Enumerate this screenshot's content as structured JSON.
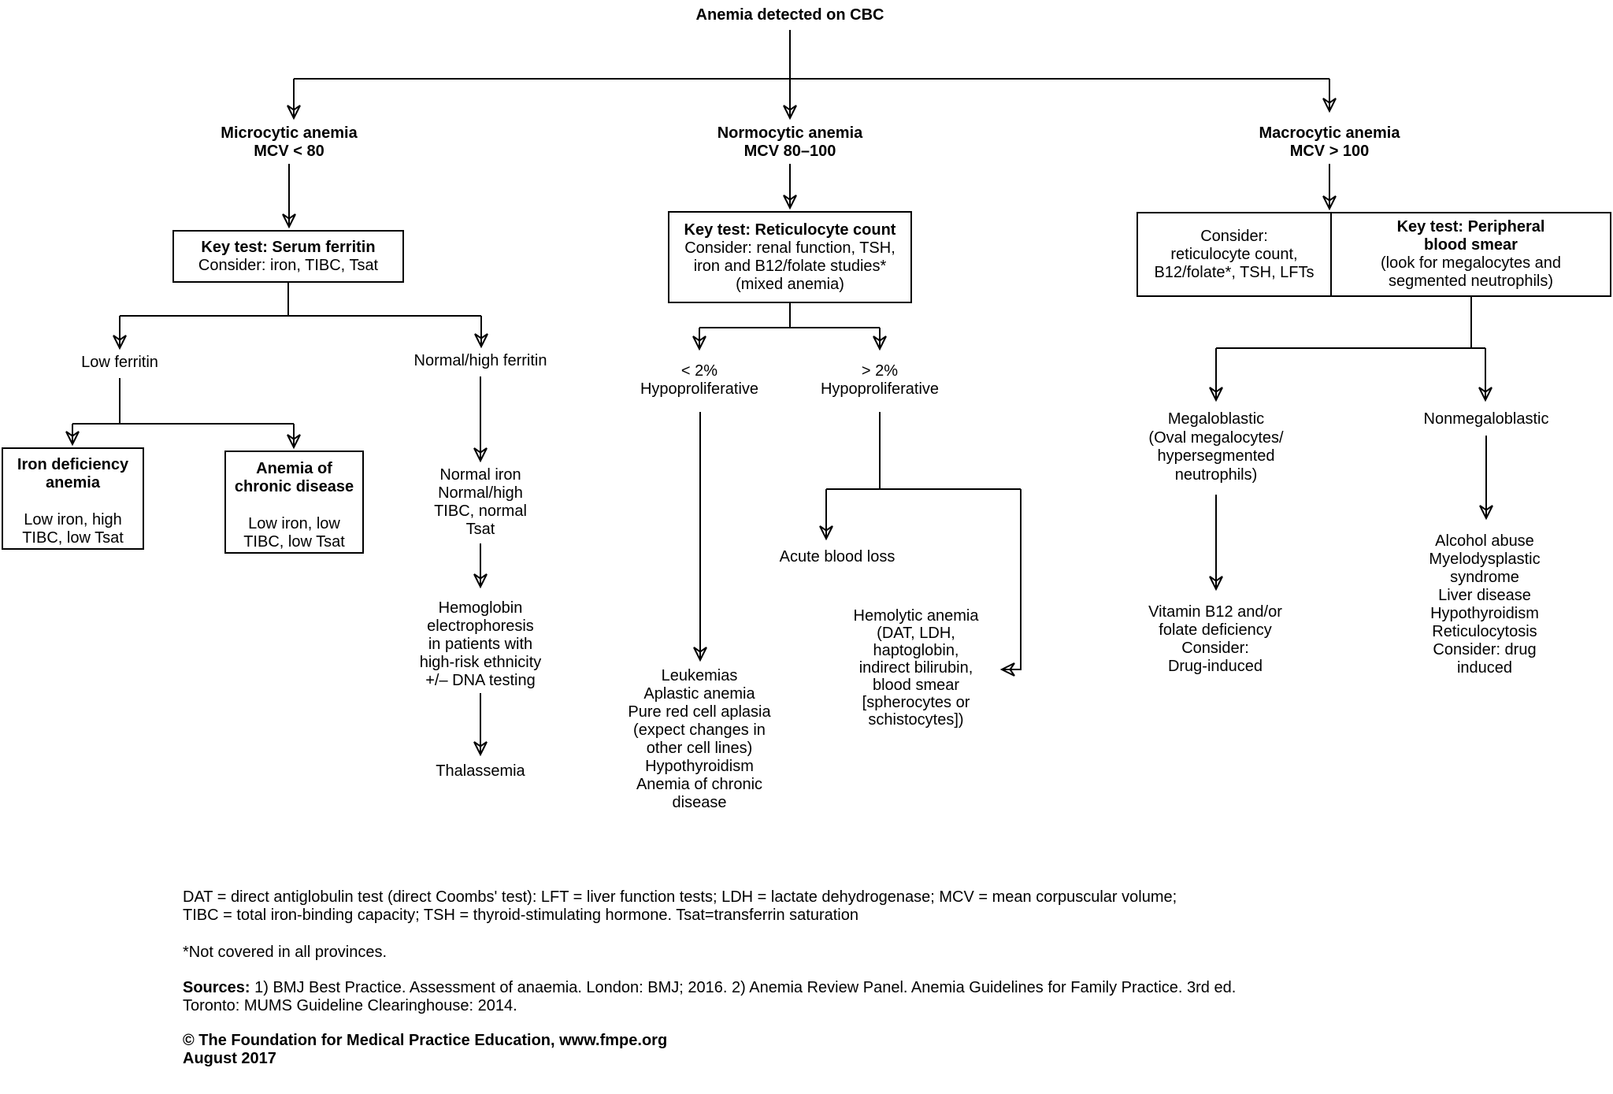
{
  "title": "Anemia detected on CBC",
  "branches": {
    "microcytic": {
      "header": [
        "Microcytic anemia",
        "MCV < 80"
      ],
      "key_box": {
        "title": "Key test: Serum ferritin",
        "body": "Consider: iron, TIBC, Tsat"
      },
      "low_ferritin_label": "Low ferritin",
      "normal_high_ferritin_label": "Normal/high ferritin",
      "iron_deficiency_box": {
        "title": [
          "Iron deficiency",
          "anemia"
        ],
        "body": [
          "Low iron, high",
          "TIBC, low Tsat"
        ]
      },
      "chronic_disease_box": {
        "title": [
          "Anemia of",
          "chronic disease"
        ],
        "body": [
          "Low iron, low",
          "TIBC, low Tsat"
        ]
      },
      "iron_studies": [
        "Normal iron",
        "Normal/high",
        "TIBC, normal",
        "Tsat"
      ],
      "hemoglobin_electrophoresis": [
        "Hemoglobin",
        "electrophoresis",
        "in patients with",
        "high-risk ethnicity",
        "+/– DNA testing"
      ],
      "thalassemia_label": "Thalassemia"
    },
    "normocytic": {
      "header": [
        "Normocytic anemia",
        "MCV 80–100"
      ],
      "key_box": {
        "title": "Key test: Reticulocyte count",
        "body": [
          "Consider: renal function, TSH,",
          "iron and B12/folate studies*",
          "(mixed anemia)"
        ]
      },
      "low_retic_label": [
        "< 2%",
        "Hypoproliferative"
      ],
      "high_retic_label": [
        "> 2%",
        "Hypoproliferative"
      ],
      "hypoproliferative_causes": [
        "Leukemias",
        "Aplastic anemia",
        "Pure red cell aplasia",
        "(expect changes in",
        "other cell lines)",
        "Hypothyroidism",
        "Anemia of chronic",
        "disease"
      ],
      "acute_blood_loss_label": "Acute blood loss",
      "hemolytic_anemia": [
        "Hemolytic anemia",
        "(DAT, LDH,",
        "haptoglobin,",
        "indirect bilirubin,",
        "blood smear",
        "[spherocytes or",
        "schistocytes])"
      ]
    },
    "macrocytic": {
      "header": [
        "Macrocytic anemia",
        "MCV > 100"
      ],
      "consider_cell": [
        "Consider:",
        "reticulocyte count,",
        "B12/folate*, TSH, LFTs"
      ],
      "key_cell": {
        "title": [
          "Key test: Peripheral",
          "blood smear"
        ],
        "body": [
          "(look for megalocytes and",
          "segmented neutrophils)"
        ]
      },
      "megaloblastic": [
        "Megaloblastic",
        "(Oval megalocytes/",
        "hypersegmented",
        "neutrophils)"
      ],
      "nonmegaloblastic_label": "Nonmegaloblastic",
      "b12_folate_deficiency": [
        "Vitamin B12 and/or",
        "folate deficiency",
        "Consider:",
        "Drug-induced"
      ],
      "nonmegaloblastic_causes": [
        "Alcohol abuse",
        "Myelodysplastic",
        "syndrome",
        "Liver disease",
        "Hypothyroidism",
        "Reticulocytosis",
        "Consider: drug",
        "induced"
      ]
    }
  },
  "footer": {
    "abbreviations": [
      "DAT = direct antiglobulin test (direct Coombs' test): LFT = liver function tests; LDH = lactate dehydrogenase; MCV = mean corpuscular volume;",
      "TIBC = total iron-binding capacity; TSH = thyroid-stimulating hormone. Tsat=transferrin saturation"
    ],
    "footnote": "*Not covered in all provinces.",
    "sources_label": "Sources:",
    "sources_text": " 1) BMJ Best Practice. Assessment of anaemia. London: BMJ; 2016. 2) Anemia Review Panel. Anemia Guidelines for Family Practice. 3rd ed.",
    "sources_line2": "Toronto: MUMS Guideline Clearinghouse: 2014.",
    "copyright": "© The Foundation for Medical Practice Education, www.fmpe.org",
    "date": "August 2017"
  },
  "colors": {
    "line": "#000000",
    "text": "#000000",
    "background": "#ffffff"
  }
}
